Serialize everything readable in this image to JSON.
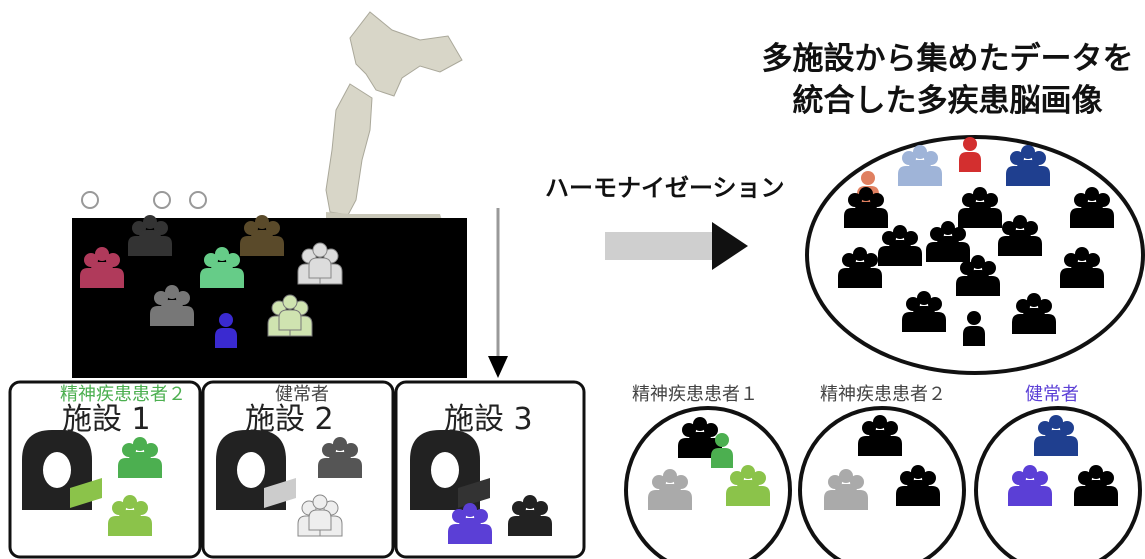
{
  "title": {
    "line1": "多施設から集めたデータを",
    "line2": "統合した多疾患脳画像"
  },
  "arrow_label": "ハーモナイゼーション",
  "facilities": [
    {
      "label": "施設 1"
    },
    {
      "label": "施設 2"
    },
    {
      "label": "施設 3"
    }
  ],
  "map_group_labels": {
    "disease2": "精神疾患患者２",
    "healthy": "健常者"
  },
  "group_labels": [
    {
      "label": "精神疾患患者１"
    },
    {
      "label": "精神疾患患者２"
    },
    {
      "label": "健常者"
    }
  ],
  "colors": {
    "disease1": "#4caf50",
    "disease2": "#8bc34a",
    "healthy": "#5b3fd6",
    "grey": "#9e9e9e",
    "maroon": "#b03a5b",
    "red": "#d32f2f",
    "navy": "#1f3f8f",
    "light_blue": "#9fb4d8",
    "map": "#d8d6c8"
  },
  "icons": [
    "japan-map-icon",
    "people-group-icon",
    "person-icon",
    "mri-scanner-icon",
    "arrow-right-icon",
    "arrow-down-icon"
  ]
}
